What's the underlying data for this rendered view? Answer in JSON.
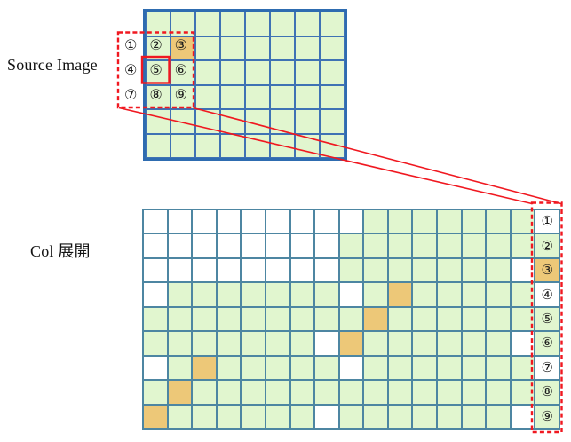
{
  "labels": {
    "source_image": "Source Image",
    "col_expand": "Col 展開"
  },
  "palette": {
    "green": "#e1f6cf",
    "orange": "#edc878",
    "white": "#ffffff",
    "top_grid_outer": "#2e6cb0",
    "top_grid_line": "#3f72b4",
    "matrix_line": "#4d86a2",
    "red": "#f01820",
    "number_color": "#1c1c1c"
  },
  "source_grid": {
    "cols": 8,
    "rows": 6,
    "orange_cell": {
      "row": 1,
      "col": 1
    }
  },
  "filter_window": {
    "cells": [
      [
        "①",
        "②",
        "③"
      ],
      [
        "④",
        "⑤",
        "⑥"
      ],
      [
        "⑦",
        "⑧",
        "⑨"
      ]
    ],
    "orange_cell": {
      "row": 0,
      "col": 2
    },
    "center_cell": {
      "row": 1,
      "col": 1
    },
    "padding_columns": 1
  },
  "col_matrix": {
    "cols": 17,
    "rows": 9,
    "cell_colors": [
      "wwwwwwwwwggggggg",
      "wwwwwwwwgggggggg",
      "wwwwwwwwgggggggw",
      "wgggggggwgoggggg",
      "gggggggggogggggg",
      "gggggggwoggggggw",
      "wgogggggwggggggg",
      "gogggggggggggggg",
      "oggggggwgggggggw"
    ],
    "index_column": [
      {
        "label": "①",
        "color": "w"
      },
      {
        "label": "②",
        "color": "g"
      },
      {
        "label": "③",
        "color": "o"
      },
      {
        "label": "④",
        "color": "w"
      },
      {
        "label": "⑤",
        "color": "g"
      },
      {
        "label": "⑥",
        "color": "g"
      },
      {
        "label": "⑦",
        "color": "w"
      },
      {
        "label": "⑧",
        "color": "g"
      },
      {
        "label": "⑨",
        "color": "g"
      }
    ]
  }
}
